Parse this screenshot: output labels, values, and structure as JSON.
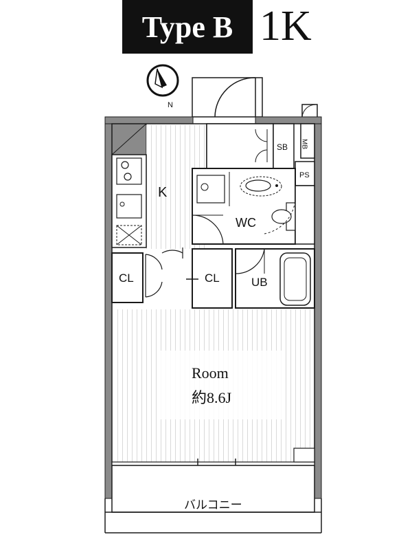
{
  "header": {
    "type_label": "Type B",
    "layout_code": "1K"
  },
  "compass": {
    "north_label": "N"
  },
  "rooms": {
    "kitchen": "K",
    "shoe_box": "SB",
    "meter_box": "MB",
    "pipe_space": "PS",
    "toilet": "WC",
    "closet_left": "CL",
    "closet_center": "CL",
    "unit_bath": "UB",
    "main_room_name": "Room",
    "main_room_size": "約8.6J",
    "balcony": "バルコニー"
  },
  "colors": {
    "badge_background": "#111111",
    "wall": "#808080",
    "line": "#1a1a1a",
    "floor_lines": "#d8d8d8"
  }
}
